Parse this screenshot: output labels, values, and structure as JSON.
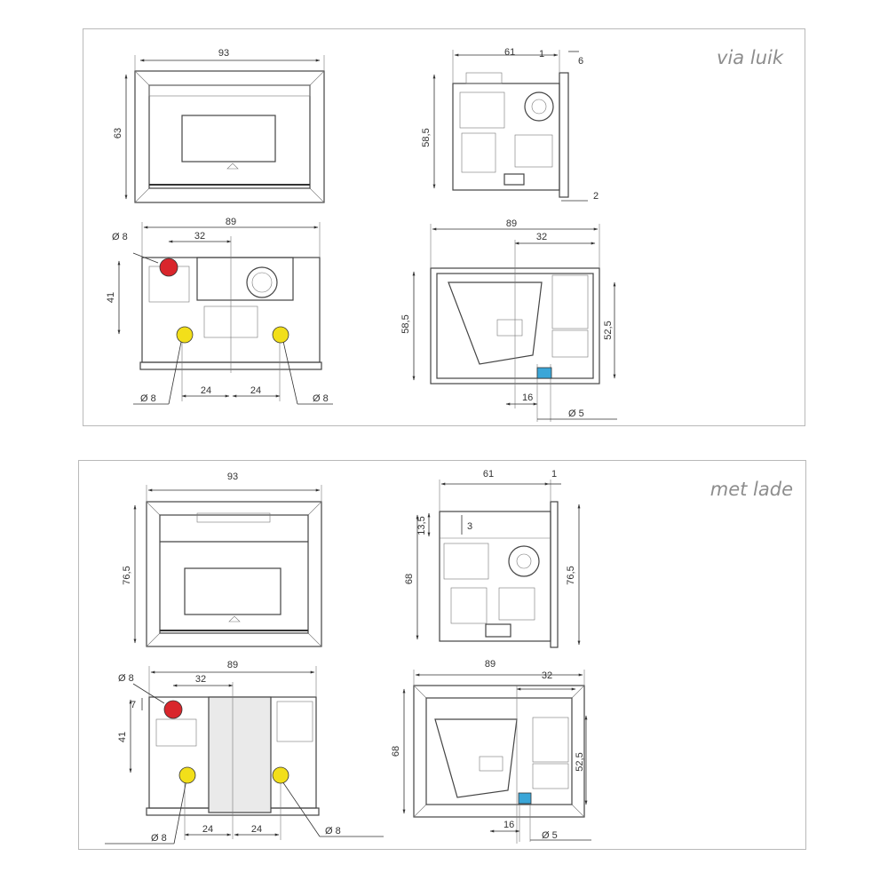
{
  "sections": [
    {
      "title": "via luik"
    },
    {
      "title": "met lade"
    }
  ],
  "dims": {
    "t_front_w": "93",
    "t_front_h": "63",
    "t_side_w": "61",
    "t_side_1": "1",
    "t_side_6": "6",
    "t_side_h": "58,5",
    "t_side_2": "2",
    "t_back_w": "89",
    "t_back_32": "32",
    "t_back_d8a": "Ø 8",
    "t_back_41": "41",
    "t_back_d8b": "Ø 8",
    "t_back_24a": "24",
    "t_back_24b": "24",
    "t_back_d8c": "Ø 8",
    "t_top_w": "89",
    "t_top_32": "32",
    "t_top_h": "58,5",
    "t_top_525": "52,5",
    "t_top_16": "16",
    "t_top_d5": "Ø 5",
    "b_front_w": "93",
    "b_front_h": "76,5",
    "b_side_w": "61",
    "b_side_1": "1",
    "b_side_135": "13,5",
    "b_side_3": "3",
    "b_side_68": "68",
    "b_side_765": "76,5",
    "b_back_w": "89",
    "b_back_32": "32",
    "b_back_d8a": "Ø 8",
    "b_back_7": "7",
    "b_back_41": "41",
    "b_back_d8b": "Ø 8",
    "b_back_24a": "24",
    "b_back_24b": "24",
    "b_back_d8c": "Ø 8",
    "b_top_w": "89",
    "b_top_32": "32",
    "b_top_68": "68",
    "b_top_525": "52,5",
    "b_top_16": "16",
    "b_top_d5": "Ø 5"
  },
  "colors": {
    "red_port": "#d9262c",
    "yellow_port": "#f2df1a",
    "blue_port": "#3aa6d8",
    "frame": "#444444",
    "panel_border": "#b9b9b9"
  }
}
